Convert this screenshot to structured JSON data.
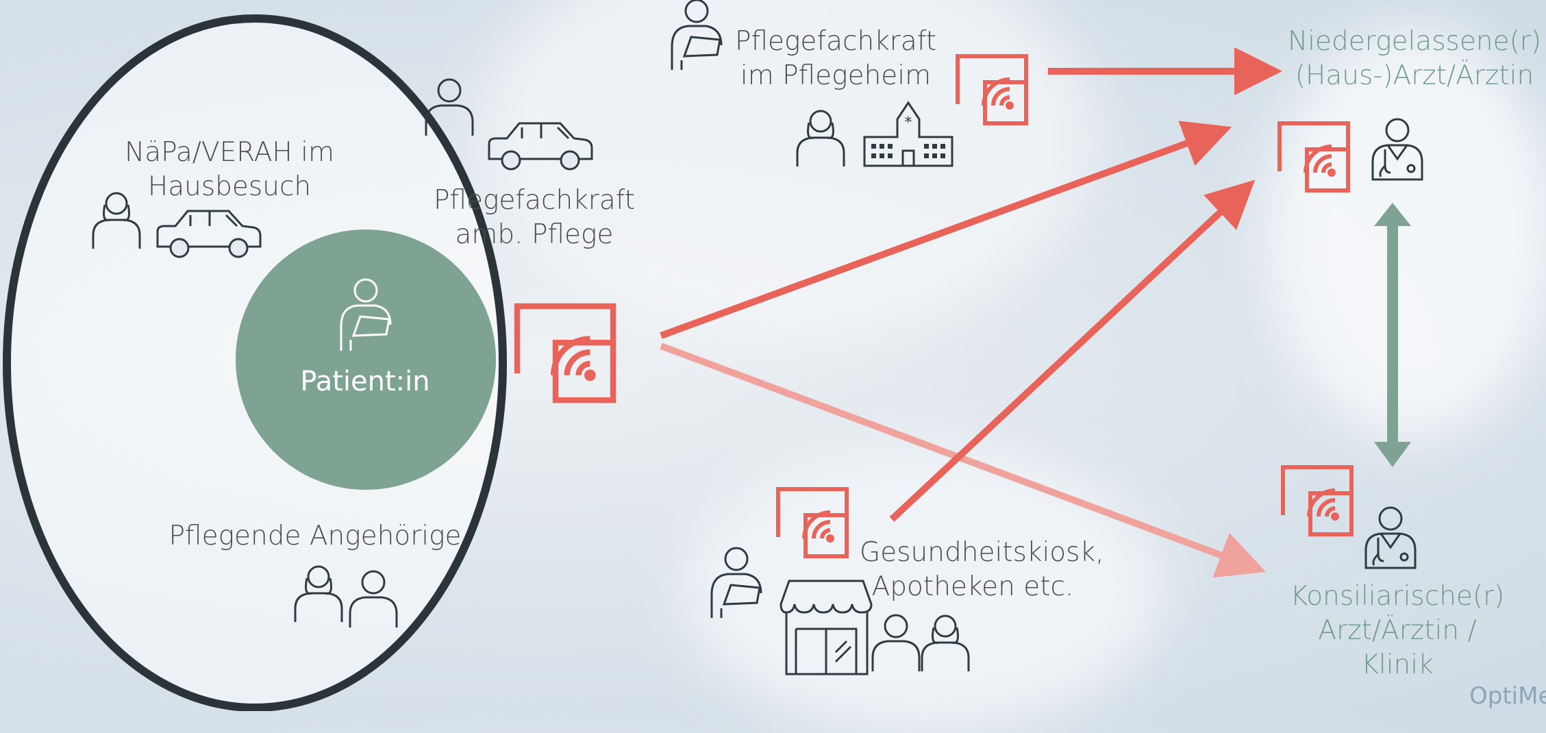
{
  "patient": {
    "label": "Patient:in"
  },
  "inner_roles": {
    "napa": {
      "line1": "NäPa/VERAH im",
      "line2": "Hausbesuch"
    },
    "amb_care": {
      "line1": "Pflegefachkraft",
      "line2": "amb. Pflege"
    },
    "relatives": {
      "label": "Pflegende Angehörige"
    }
  },
  "nursing_home": {
    "line1": "Pflegefachkraft",
    "line2": "im Pflegeheim"
  },
  "kiosk": {
    "line1": "Gesundheitskiosk,",
    "line2": "Apotheken etc."
  },
  "gp": {
    "line1": "Niedergelassene(r)",
    "line2": "(Haus-)Arzt/Ärztin"
  },
  "consultant": {
    "line1": "Konsiliarische(r)",
    "line2": "Arzt/Ärztin /",
    "line3": "Klinik"
  },
  "brand": {
    "label": "OptiMe"
  },
  "colors": {
    "accent_red": "#e8645a",
    "accent_light_red": "#f0a29c",
    "green": "#7fa393",
    "icon_dark": "#2f3b40",
    "circle_border": "#2a3439"
  }
}
